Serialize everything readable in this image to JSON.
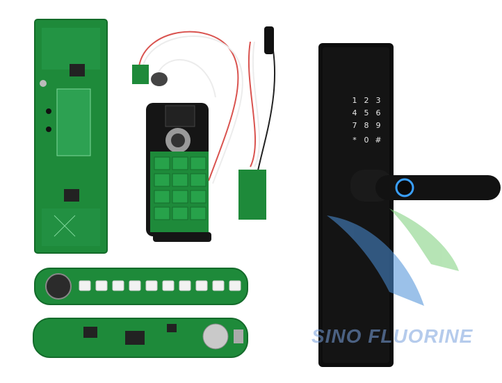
{
  "photo": {
    "subject": "smart-lock-components",
    "colors": {
      "pcb": "#1e8a3a",
      "pcb_dark": "#146b2b",
      "lock_body": "#0d0d0d",
      "accent_blue": "#3aa0ff"
    }
  },
  "lock": {
    "keypad": [
      "1",
      "2",
      "3",
      "4",
      "5",
      "6",
      "7",
      "8",
      "9",
      "*",
      "0",
      "#"
    ]
  },
  "watermark": {
    "text": "SINO FLUORINE"
  }
}
